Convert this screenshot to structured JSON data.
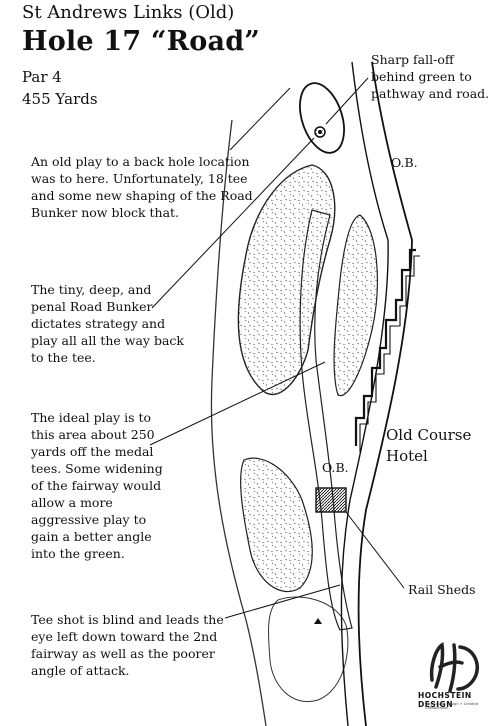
{
  "course_name": "St Andrews Links (Old)",
  "hole_title": "Hole 17 “Road”",
  "par": "Par 4",
  "yardage": "455 Yards",
  "annotations": {
    "falloff": "Sharp fall-off behind green to pathway and road.",
    "old_play": "An old play to a back hole location was to here.  Unfortunately, 18 tee and some new shaping of the Road Bunker now block that.",
    "road_bunker": "The tiny, deep, and penal Road Bunker dictates strategy and play all all the way back to the tee.",
    "ideal_play": "The ideal play is to this area about 250 yards off the medal tees. Some widening of the fairway would allow a more aggressive play to gain a better angle into the green.",
    "tee_shot": "Tee shot is blind and leads the eye left down toward the 2nd fairway as well as the poorer angle of attack."
  },
  "map_labels": {
    "ob_top": "O.B.",
    "ob_mid": "O.B.",
    "hotel": "Old Course Hotel",
    "rail_sheds": "Rail Sheds"
  },
  "logo": {
    "name": "HOCHSTEIN DESIGN",
    "tagline": "Golf Course Design + Creative Collaboration"
  }
}
